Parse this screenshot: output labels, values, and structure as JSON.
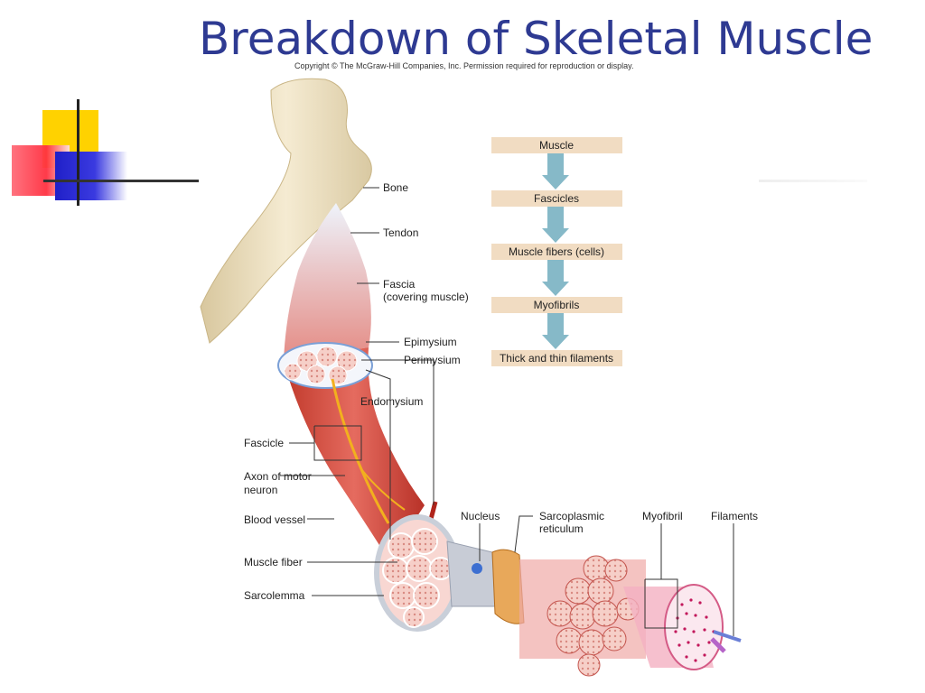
{
  "slide": {
    "title": "Breakdown of Skeletal Muscle",
    "copyright": "Copyright © The McGraw-Hill Companies, Inc. Permission required for reproduction or display."
  },
  "flowchart": {
    "steps": [
      "Muscle",
      "Fascicles",
      "Muscle fibers (cells)",
      "Myofibrils",
      "Thick and thin filaments"
    ],
    "box_color": "#f1dcc2",
    "arrow_color": "#86b9c8"
  },
  "labels": {
    "bone": "Bone",
    "tendon": "Tendon",
    "fascia_1": "Fascia",
    "fascia_2": "(covering muscle)",
    "epimysium": "Epimysium",
    "perimysium": "Perimysium",
    "endomysium": "Endomysium",
    "fascicle": "Fascicle",
    "axon_1": "Axon of motor",
    "axon_2": "neuron",
    "blood_vessel": "Blood vessel",
    "muscle_fiber": "Muscle fiber",
    "sarcolemma": "Sarcolemma",
    "nucleus": "Nucleus",
    "sr_1": "Sarcoplasmic",
    "sr_2": "reticulum",
    "myofibril": "Myofibril",
    "filaments": "Filaments"
  },
  "colors": {
    "title": "#2e3a92",
    "bone": "#efe3c6",
    "muscle": "#d9534f",
    "muscle_light": "#f3c1bd",
    "nerve": "#f2b01e"
  }
}
